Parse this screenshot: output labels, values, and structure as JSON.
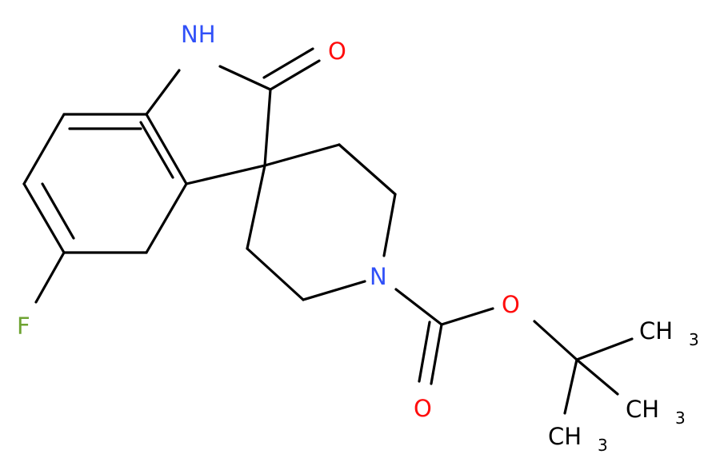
{
  "colors": {
    "bond": "#000000",
    "nitrogen": "#3050F8",
    "oxygen": "#FF0D0D",
    "fluorine": "#6EA332",
    "carbon": "#000000"
  },
  "atoms": {
    "nh": "NH",
    "o_lactam": "O",
    "n_piperidine": "N",
    "o_ester": "O",
    "o_carbonyl": "O",
    "f": "F",
    "ch3_a": "CH",
    "ch3_b": "CH",
    "ch3_c": "CH",
    "sub3": "3"
  }
}
